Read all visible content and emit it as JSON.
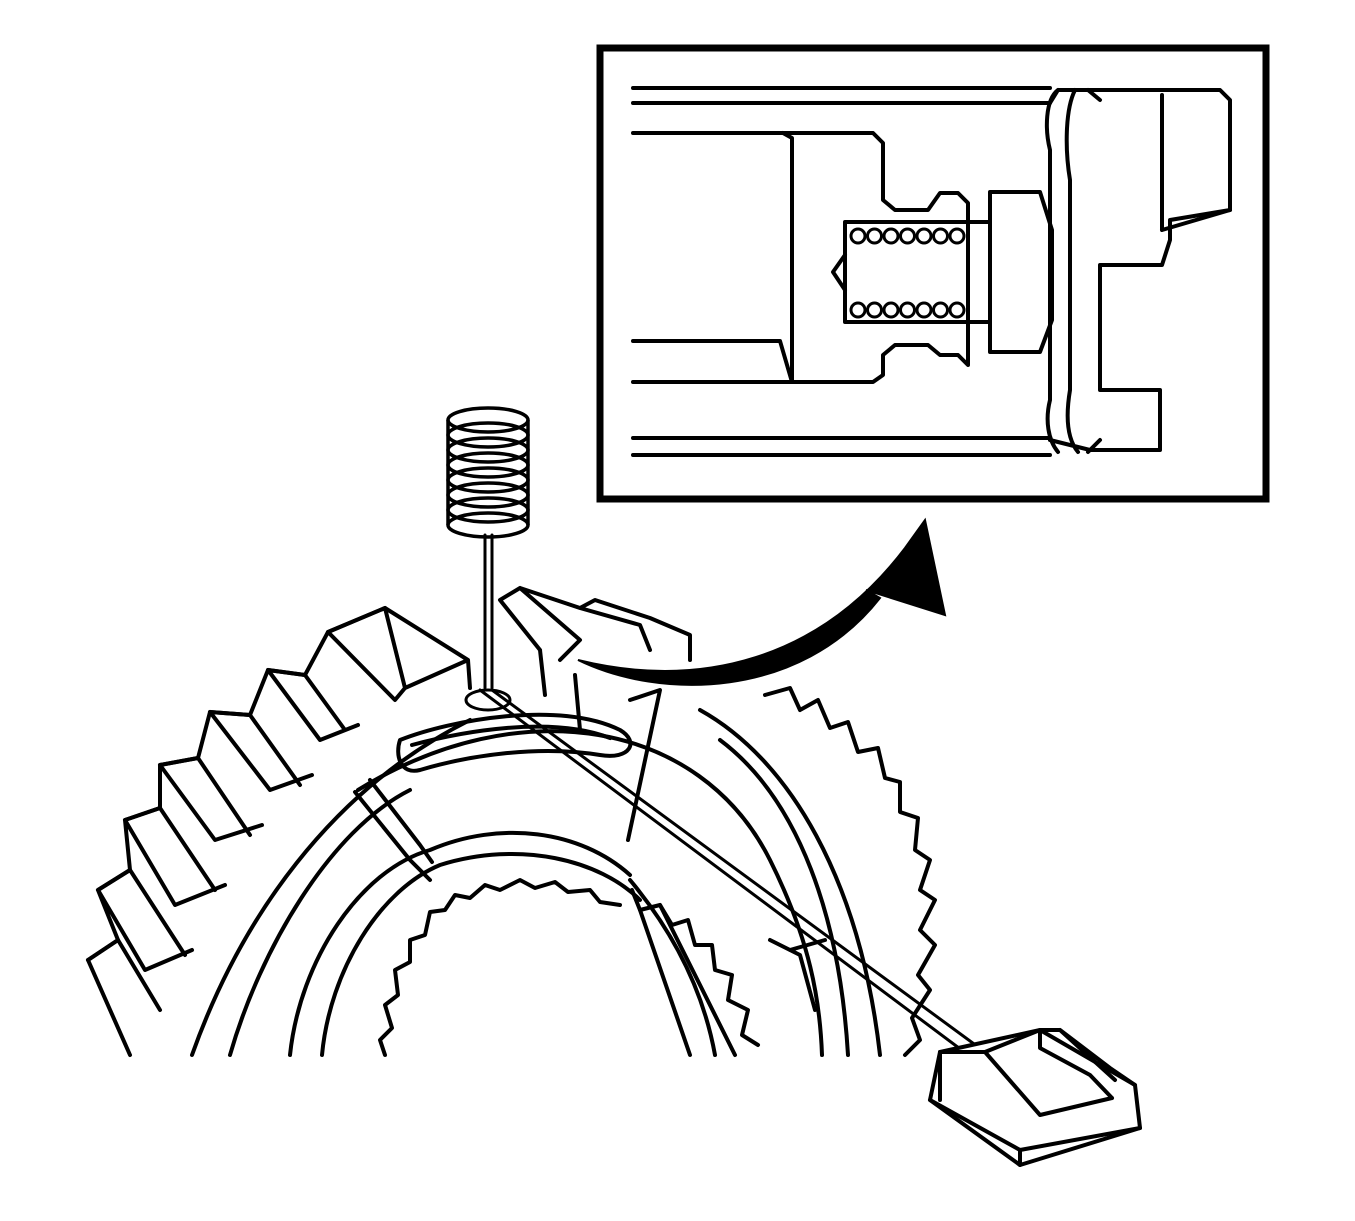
{
  "diagram": {
    "ink_color": "#000000",
    "background_color": "#ffffff",
    "parts": [
      "synchronizer-hub-and-sleeve",
      "detent-spring",
      "synchronizer-key",
      "inset-detail-view",
      "callout-arrow"
    ],
    "inset": {
      "spring_coil_count": 7
    },
    "spring": {
      "coil_count": 8
    }
  }
}
